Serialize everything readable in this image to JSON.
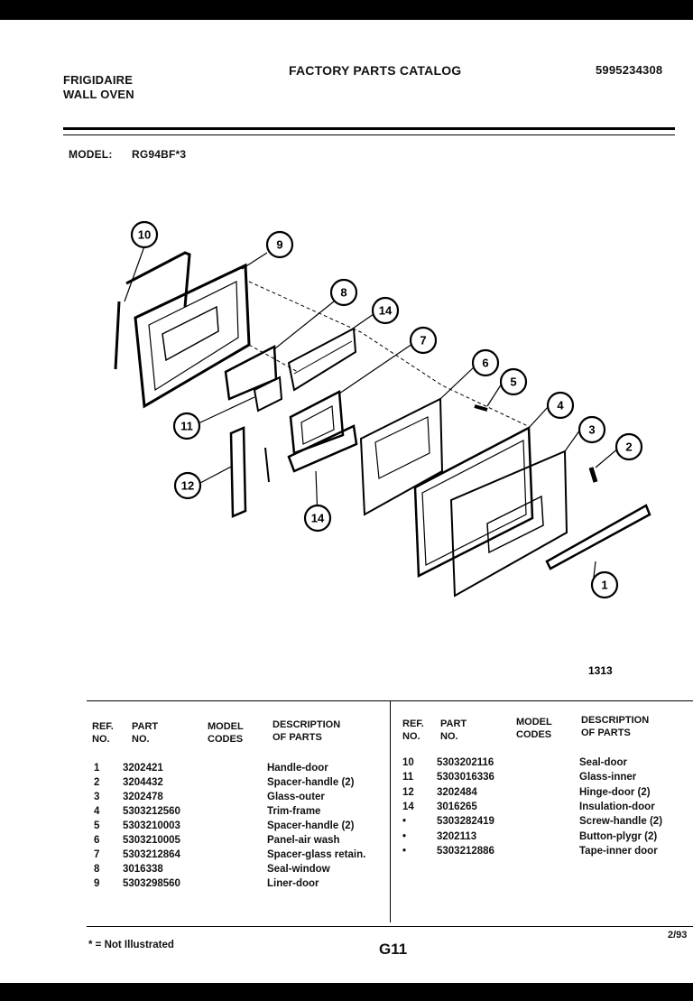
{
  "header": {
    "brand_line1": "FRIGIDAIRE",
    "brand_line2": "WALL OVEN",
    "catalog_title": "FACTORY PARTS CATALOG",
    "catalog_number": "5995234308",
    "model_label": "MODEL:",
    "model_value": "RG94BF*3"
  },
  "diagram": {
    "figure_number": "1313",
    "callouts": [
      "10",
      "9",
      "8",
      "14",
      "7",
      "6",
      "5",
      "4",
      "3",
      "2",
      "1",
      "11",
      "12",
      "14"
    ]
  },
  "table": {
    "headers": {
      "ref_no": "REF.\nNO.",
      "part_no": "PART\nNO.",
      "model_codes": "MODEL\nCODES",
      "description": "DESCRIPTION\nOF PARTS"
    },
    "left_rows": [
      {
        "ref": "1",
        "part": "3202421",
        "desc": "Handle-door"
      },
      {
        "ref": "2",
        "part": "3204432",
        "desc": "Spacer-handle (2)"
      },
      {
        "ref": "3",
        "part": "3202478",
        "desc": "Glass-outer"
      },
      {
        "ref": "4",
        "part": "5303212560",
        "desc": "Trim-frame"
      },
      {
        "ref": "5",
        "part": "5303210003",
        "desc": "Spacer-handle (2)"
      },
      {
        "ref": "6",
        "part": "5303210005",
        "desc": "Panel-air wash"
      },
      {
        "ref": "7",
        "part": "5303212864",
        "desc": "Spacer-glass retain."
      },
      {
        "ref": "8",
        "part": "3016338",
        "desc": "Seal-window"
      },
      {
        "ref": "9",
        "part": "5303298560",
        "desc": "Liner-door"
      }
    ],
    "right_rows": [
      {
        "ref": "10",
        "part": "5303202116",
        "desc": "Seal-door"
      },
      {
        "ref": "11",
        "part": "5303016336",
        "desc": "Glass-inner"
      },
      {
        "ref": "12",
        "part": "3202484",
        "desc": "Hinge-door (2)"
      },
      {
        "ref": "14",
        "part": "3016265",
        "desc": "Insulation-door"
      },
      {
        "ref": "•",
        "part": "5303282419",
        "desc": "Screw-handle (2)"
      },
      {
        "ref": "•",
        "part": "3202113",
        "desc": "Button-plygr (2)"
      },
      {
        "ref": "•",
        "part": "5303212886",
        "desc": "Tape-inner door"
      }
    ]
  },
  "footer": {
    "note": "* = Not Illustrated",
    "page": "G11",
    "date": "2/93"
  }
}
